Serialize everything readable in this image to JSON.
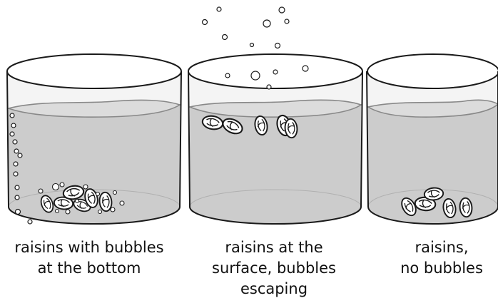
{
  "panels": [
    {
      "caption_lines": [
        "raisins with bubbles",
        "at the bottom"
      ],
      "raisin_position": "bottom",
      "bubbles": "on raisins and rising"
    },
    {
      "caption_lines": [
        "raisins at the",
        "surface, bubbles",
        "escaping"
      ],
      "raisin_position": "surface",
      "bubbles": "escaping above the glass"
    },
    {
      "caption_lines": [
        "raisins,",
        "no bubbles"
      ],
      "raisin_position": "bottom",
      "bubbles": "none"
    }
  ],
  "colors": {
    "outline": "#1a1a1a",
    "water": "#cccccc",
    "water_surface": "#d9d9d9",
    "glass_interior": "#f5f5f5",
    "raisin": "#ffffff"
  }
}
